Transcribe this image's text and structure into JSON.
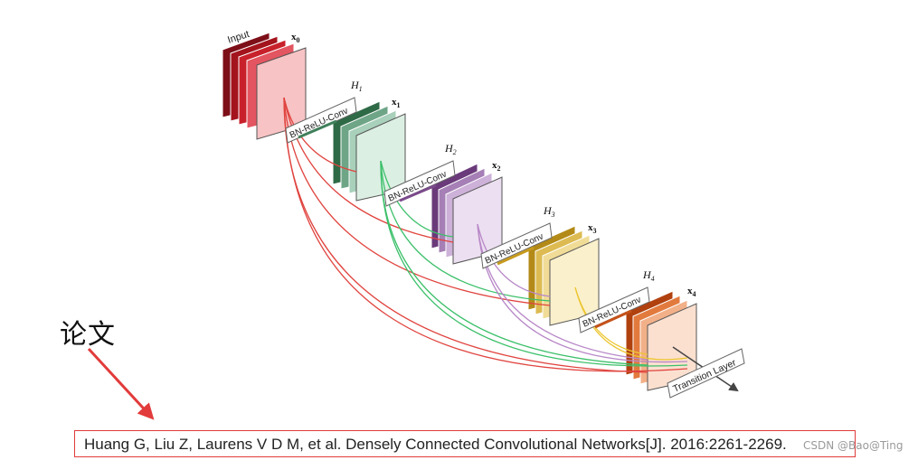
{
  "annotation": {
    "label": "论文"
  },
  "citation": {
    "text": "Huang G, Liu Z, Laurens V D M, et al. Densely Connected Convolutional Networks[J]. 2016:2261-2269."
  },
  "watermark": {
    "text": "CSDN @Bao@Ting"
  },
  "diagram": {
    "input_label": "Input",
    "feature_labels": {
      "x0": "x",
      "x0_sub": "0",
      "x1": "x",
      "x1_sub": "1",
      "x2": "x",
      "x2_sub": "2",
      "x3": "x",
      "x3_sub": "3",
      "x4": "x",
      "x4_sub": "4"
    },
    "layer_labels": {
      "h1": "H",
      "h1_sub": "1",
      "h2": "H",
      "h2_sub": "2",
      "h3": "H",
      "h3_sub": "3",
      "h4": "H",
      "h4_sub": "4"
    },
    "op_label": "BN-ReLU-Conv",
    "transition_label": "Transition Layer",
    "colors": {
      "input": "#c0202a",
      "block1": "#3f7f5a",
      "block2": "#7a4a8a",
      "block3": "#c79a1e",
      "block4": "#c5521a",
      "conn_red": "#e0443f",
      "conn_green": "#3cc06a",
      "conn_purple": "#b888c8",
      "conn_yellow": "#ecc630",
      "annotation_red": "#e23b3b"
    }
  }
}
